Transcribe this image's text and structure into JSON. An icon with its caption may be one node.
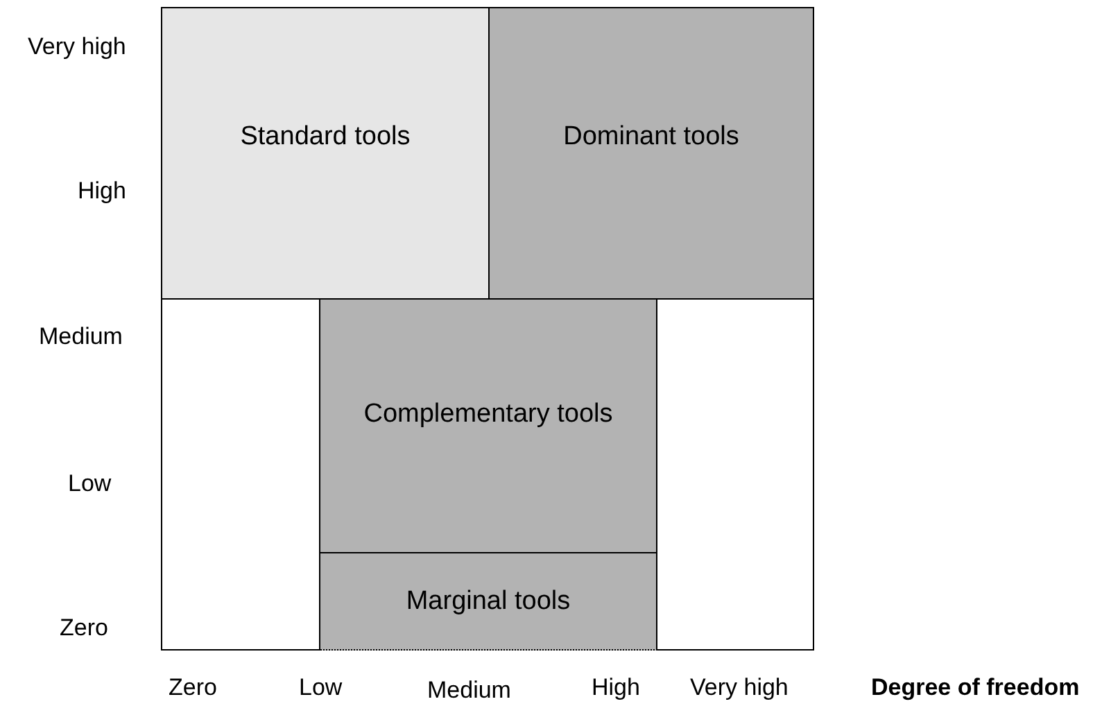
{
  "diagram": {
    "nodes": [
      {
        "text": [
          "Standard tools"
        ]
      },
      {
        "text": [
          "Dominant tools"
        ]
      },
      {
        "text": [
          "Complementary tools"
        ]
      },
      {
        "text": [
          "Marginal tools"
        ]
      }
    ],
    "labels": [
      "Very high",
      "High",
      "Medium",
      "Low",
      "Zero",
      "Zero",
      "Low",
      "Medium",
      "High",
      "Very high",
      "Degree of freedom"
    ]
  }
}
